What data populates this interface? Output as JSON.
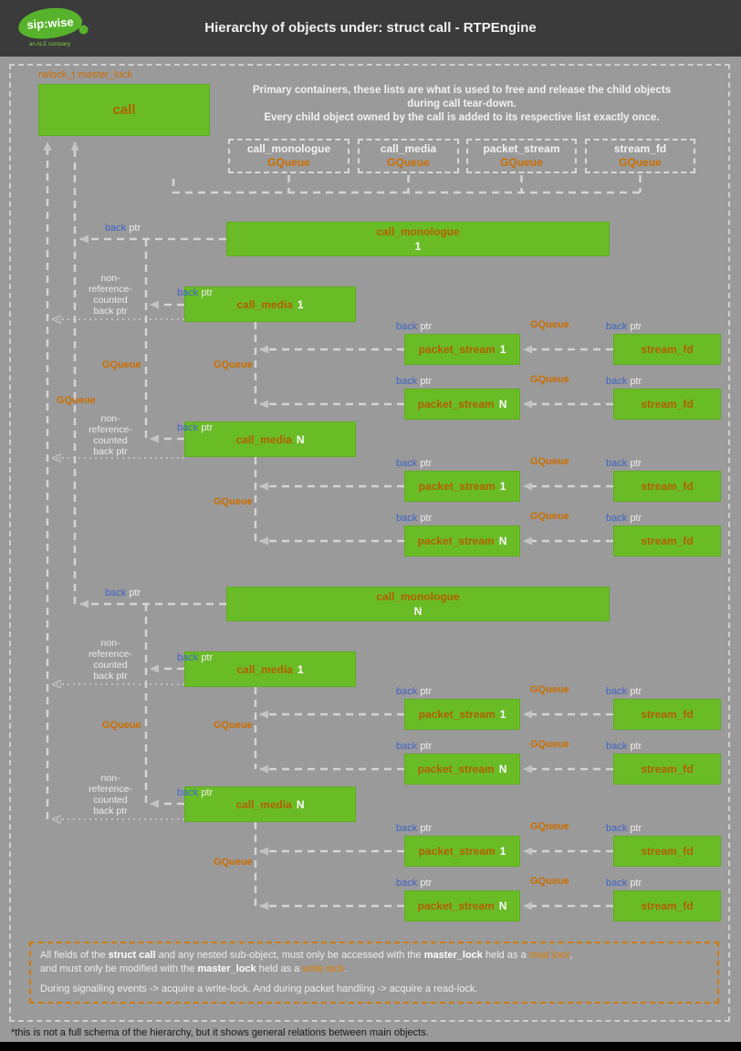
{
  "header": {
    "title": "Hierarchy of objects under: struct call - RTPEngine",
    "logo": {
      "brand": "sip:wise",
      "tagline": "an ALE company"
    }
  },
  "labels": {
    "master_lock": "rwlock_t master_lock",
    "gqueue": "GQueue",
    "back": "back",
    "ptr": "ptr",
    "nonref_lines": [
      "non-",
      "reference-",
      "counted",
      "back ptr"
    ]
  },
  "intro": {
    "line1": "Primary containers, these lists are what is used to free and release the child objects",
    "line2": "during call tear-down.",
    "line3": "Every child object owned by the call is added to its respective list exactly once."
  },
  "queues": [
    {
      "name": "call_monologue",
      "type": "GQueue"
    },
    {
      "name": "call_media",
      "type": "GQueue"
    },
    {
      "name": "packet_stream",
      "type": "GQueue"
    },
    {
      "name": "stream_fd",
      "type": "GQueue"
    }
  ],
  "nodes": {
    "call": "call",
    "call_monologue": "call_monologue",
    "call_media": "call_media",
    "packet_stream": "packet_stream",
    "stream_fd": "stream_fd",
    "one": "1",
    "n": "N"
  },
  "note": {
    "s1": "All fields of the ",
    "b1": "struct call",
    "s2": " and any nested sub-object, must only be accessed with the ",
    "b2": "master_lock",
    "s3": " held as a ",
    "o1": "read lock",
    "s4": ",",
    "s5": "and must only be modified with the ",
    "b3": "master_lock",
    "s6": " held as a ",
    "o2": "write lock",
    "s7": ".",
    "line3": "During signalling events -> acquire a write-lock. And during packet handling -> acquire a read-lock."
  },
  "footnote": "*this is not a full schema of the hierarchy, but it shows general relations between main objects.",
  "colors": {
    "green": "#6abc27",
    "orange": "#cc6e00",
    "blue": "#3f64c8",
    "line_gray": "#d4d4d4",
    "bg": "#9a9a9a",
    "header_bg": "#3b3b3b"
  }
}
